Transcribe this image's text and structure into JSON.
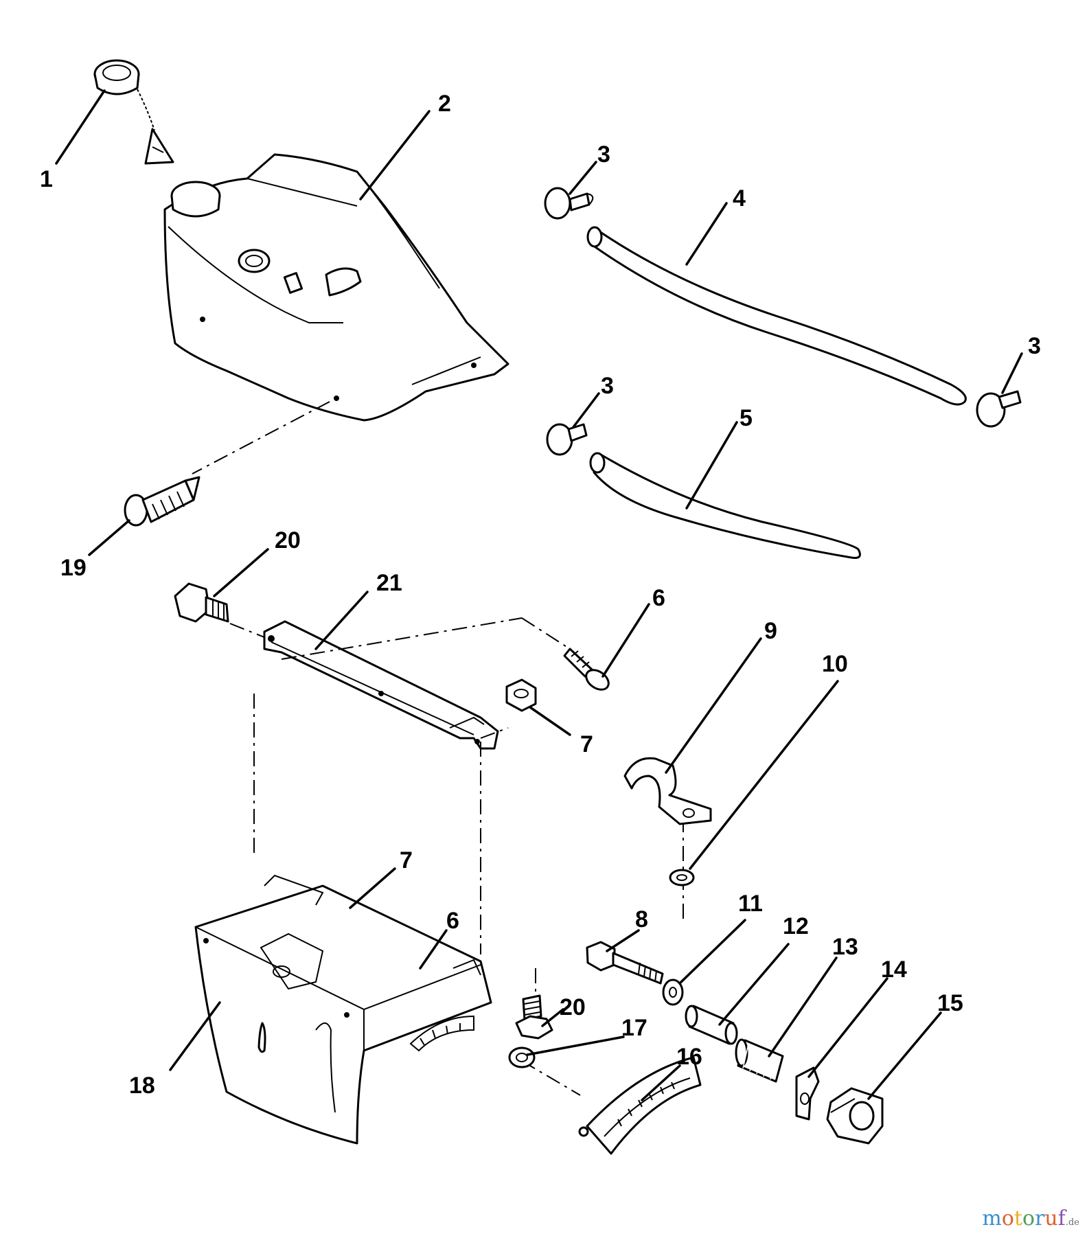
{
  "diagram": {
    "parts": [
      {
        "id": "part-1",
        "label": "1"
      },
      {
        "id": "part-2",
        "label": "2"
      },
      {
        "id": "part-3a",
        "label": "3"
      },
      {
        "id": "part-3b",
        "label": "3"
      },
      {
        "id": "part-3c",
        "label": "3"
      },
      {
        "id": "part-4",
        "label": "4"
      },
      {
        "id": "part-5",
        "label": "5"
      },
      {
        "id": "part-6a",
        "label": "6"
      },
      {
        "id": "part-6b",
        "label": "6"
      },
      {
        "id": "part-7a",
        "label": "7"
      },
      {
        "id": "part-7b",
        "label": "7"
      },
      {
        "id": "part-8",
        "label": "8"
      },
      {
        "id": "part-9",
        "label": "9"
      },
      {
        "id": "part-10",
        "label": "10"
      },
      {
        "id": "part-11",
        "label": "11"
      },
      {
        "id": "part-12",
        "label": "12"
      },
      {
        "id": "part-13",
        "label": "13"
      },
      {
        "id": "part-14",
        "label": "14"
      },
      {
        "id": "part-15",
        "label": "15"
      },
      {
        "id": "part-16",
        "label": "16"
      },
      {
        "id": "part-17",
        "label": "17"
      },
      {
        "id": "part-18",
        "label": "18"
      },
      {
        "id": "part-19",
        "label": "19"
      },
      {
        "id": "part-20a",
        "label": "20"
      },
      {
        "id": "part-20b",
        "label": "20"
      },
      {
        "id": "part-21",
        "label": "21"
      }
    ]
  },
  "watermark": {
    "brand": "motoruf",
    "tld": ".de",
    "colors": [
      "#3a8fd0",
      "#e06030",
      "#f0b020",
      "#50a050",
      "#3a8fd0",
      "#e06030",
      "#8a50b0"
    ]
  }
}
